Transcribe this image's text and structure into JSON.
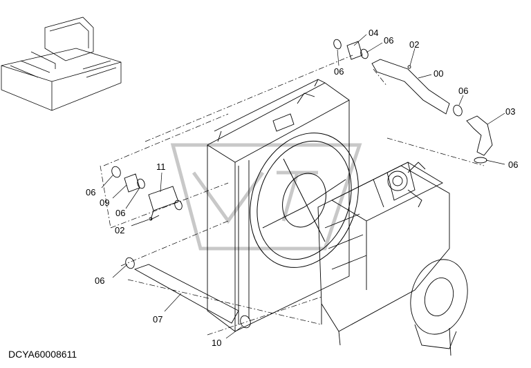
{
  "drawing_code": "DCYA60008611",
  "callouts": {
    "c04": "04",
    "c06a": "06",
    "c06b": "06",
    "c02a": "02",
    "c00": "00",
    "c06c": "06",
    "c03": "03",
    "c06d": "06",
    "c11": "11",
    "c06e": "06",
    "c09": "09",
    "c06f": "06",
    "c02b": "02",
    "c06g": "06",
    "c07": "07",
    "c10": "10"
  },
  "colors": {
    "line": "#000000",
    "background": "#ffffff",
    "watermark": "#bdbdbd"
  }
}
